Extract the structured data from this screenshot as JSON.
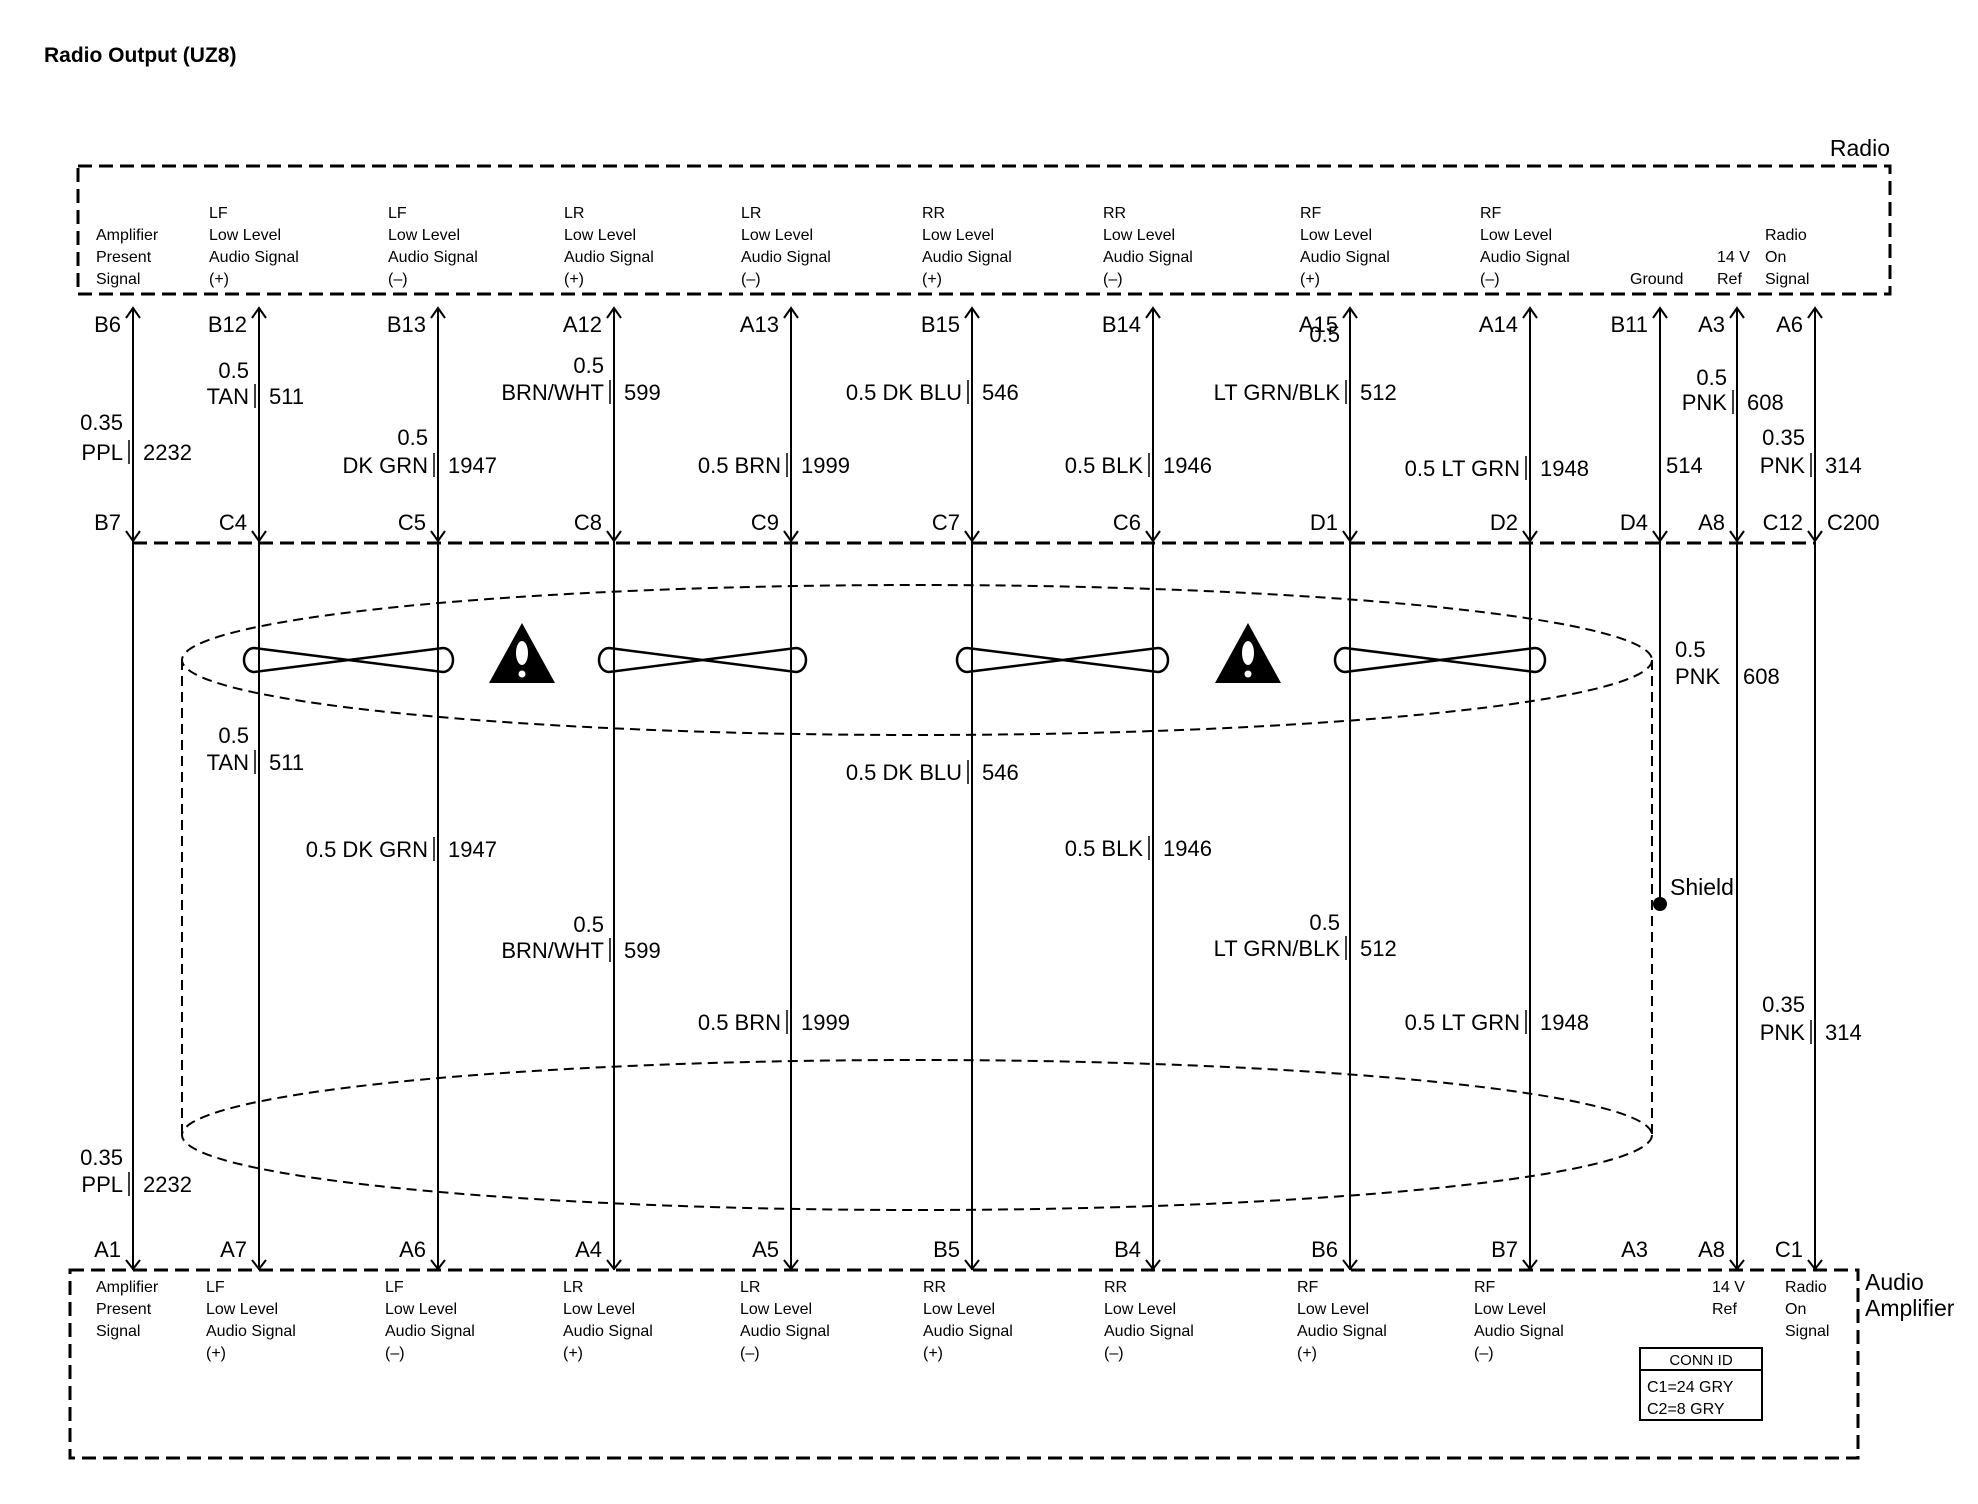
{
  "title": "Radio Output (UZ8)",
  "radio": {
    "label": "Radio",
    "terminals": [
      [
        "Amplifier",
        "Present",
        "Signal"
      ],
      [
        "LF",
        "Low Level",
        "Audio Signal",
        "(+)"
      ],
      [
        "LF",
        "Low Level",
        "Audio Signal",
        "(–)"
      ],
      [
        "LR",
        "Low Level",
        "Audio Signal",
        "(+)"
      ],
      [
        "LR",
        "Low Level",
        "Audio Signal",
        "(–)"
      ],
      [
        "RR",
        "Low Level",
        "Audio Signal",
        "(+)"
      ],
      [
        "RR",
        "Low Level",
        "Audio Signal",
        "(–)"
      ],
      [
        "RF",
        "Low Level",
        "Audio Signal",
        "(+)"
      ],
      [
        "RF",
        "Low Level",
        "Audio Signal",
        "(–)"
      ],
      [
        "Ground"
      ],
      [
        "14 V",
        "Ref"
      ],
      [
        "Radio",
        "On",
        "Signal"
      ]
    ],
    "pins": [
      "B6",
      "B12",
      "B13",
      "A12",
      "A13",
      "B15",
      "B14",
      "A15",
      "A14",
      "B11",
      "A3",
      "A6"
    ]
  },
  "inline_connector": {
    "name": "C200",
    "pins": [
      "B7",
      "C4",
      "C5",
      "C8",
      "C9",
      "C7",
      "C6",
      "D1",
      "D2",
      "D4",
      "A8",
      "C12"
    ]
  },
  "amplifier": {
    "label_lines": [
      "Audio",
      "Amplifier"
    ],
    "terminals": [
      [
        "Amplifier",
        "Present",
        "Signal"
      ],
      [
        "LF",
        "Low Level",
        "Audio Signal",
        "(+)"
      ],
      [
        "LF",
        "Low Level",
        "Audio Signal",
        "(–)"
      ],
      [
        "LR",
        "Low Level",
        "Audio Signal",
        "(+)"
      ],
      [
        "LR",
        "Low Level",
        "Audio Signal",
        "(–)"
      ],
      [
        "RR",
        "Low Level",
        "Audio Signal",
        "(+)"
      ],
      [
        "RR",
        "Low Level",
        "Audio Signal",
        "(–)"
      ],
      [
        "RF",
        "Low Level",
        "Audio Signal",
        "(+)"
      ],
      [
        "RF",
        "Low Level",
        "Audio Signal",
        "(–)"
      ],
      [
        "14 V",
        "Ref"
      ],
      [
        "Radio",
        "On",
        "Signal"
      ]
    ],
    "pins": [
      "A1",
      "A7",
      "A6",
      "A4",
      "A5",
      "B5",
      "B4",
      "B6",
      "B7",
      "A3",
      "A8",
      "C1"
    ],
    "conn_id": {
      "title": "CONN ID",
      "lines": [
        "C1=24 GRY",
        "C2=8 GRY"
      ]
    }
  },
  "wires_upper": [
    {
      "size": "0.35",
      "color": "PPL",
      "circuit": "2232"
    },
    {
      "size": "0.5",
      "color": "TAN",
      "circuit": "511"
    },
    {
      "size": "0.5",
      "color": "DK GRN",
      "circuit": "1947"
    },
    {
      "size": "0.5",
      "color": "BRN/WHT",
      "circuit": "599"
    },
    {
      "size": "0.5",
      "color": "BRN",
      "circuit": "1999"
    },
    {
      "size": "0.5",
      "color": "DK BLU",
      "circuit": "546"
    },
    {
      "size": "0.5",
      "color": "BLK",
      "circuit": "1946"
    },
    {
      "size": "0.5",
      "color": "LT GRN/BLK",
      "circuit": "512"
    },
    {
      "size": "0.5",
      "color": "LT GRN",
      "circuit": "1948"
    },
    {
      "size": "",
      "color": "",
      "circuit": "514"
    },
    {
      "size": "0.5",
      "color": "PNK",
      "circuit": "608"
    },
    {
      "size": "0.35",
      "color": "PNK",
      "circuit": "314"
    }
  ],
  "wires_lower": [
    {
      "size": "0.35",
      "color": "PPL",
      "circuit": "2232"
    },
    {
      "size": "0.5",
      "color": "TAN",
      "circuit": "511"
    },
    {
      "size": "0.5",
      "color": "DK GRN",
      "circuit": "1947"
    },
    {
      "size": "0.5",
      "color": "BRN/WHT",
      "circuit": "599"
    },
    {
      "size": "0.5",
      "color": "BRN",
      "circuit": "1999"
    },
    {
      "size": "0.5",
      "color": "DK BLU",
      "circuit": "546"
    },
    {
      "size": "0.5",
      "color": "BLK",
      "circuit": "1946"
    },
    {
      "size": "0.5",
      "color": "LT GRN/BLK",
      "circuit": "512"
    },
    {
      "size": "0.5",
      "color": "LT GRN",
      "circuit": "1948"
    },
    {
      "size": "0.5",
      "color": "PNK",
      "circuit": "608"
    },
    {
      "size": "0.35",
      "color": "PNK",
      "circuit": "314"
    }
  ],
  "shield_label": "Shield",
  "icons": [
    "twisted-pair-icon",
    "caution-triangle-icon",
    "splice-dot-icon",
    "arrow-up-icon",
    "arrow-down-icon"
  ]
}
